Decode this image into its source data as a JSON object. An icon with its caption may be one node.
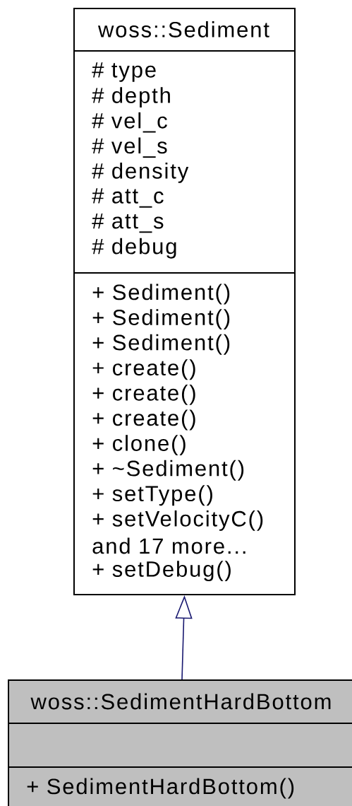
{
  "diagram": {
    "nodes": [
      {
        "text": [
          "woss::Sediment",
          "# type",
          "# depth",
          "# vel_c",
          "# vel_s",
          "# density",
          "# att_c",
          "# att_s",
          "# debug",
          "+ Sediment()",
          "+ Sediment()",
          "+ Sediment()",
          "+ create()",
          "+ create()",
          "+ create()",
          "+ clone()",
          "+ ~Sediment()",
          "+ setType()",
          "+ setVelocityC()",
          "and 17 more...",
          "+ setDebug()"
        ]
      },
      {
        "text": [
          "woss::SedimentHardBottom",
          "+ SedimentHardBottom()"
        ]
      }
    ],
    "edges": [
      {
        "from": 1,
        "to": 0,
        "arrow": "to",
        "color": "#191970"
      }
    ]
  }
}
